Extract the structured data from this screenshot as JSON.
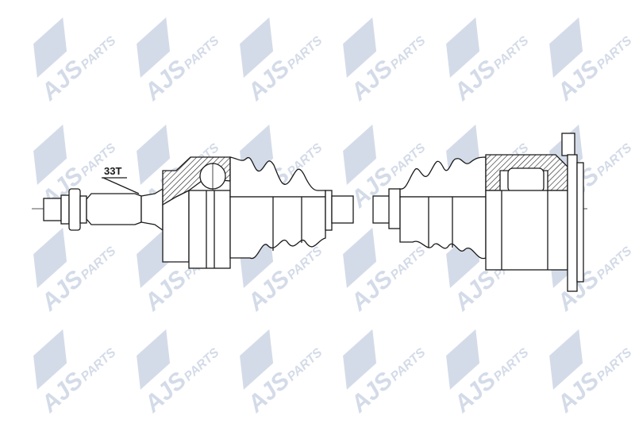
{
  "watermark": {
    "brand": "AJS",
    "sub": "PARTS",
    "color": "#d4dbe8",
    "columns": 6,
    "rows": 4
  },
  "drawing": {
    "spline_label": "33T",
    "line_color": "#1a1a1a"
  }
}
